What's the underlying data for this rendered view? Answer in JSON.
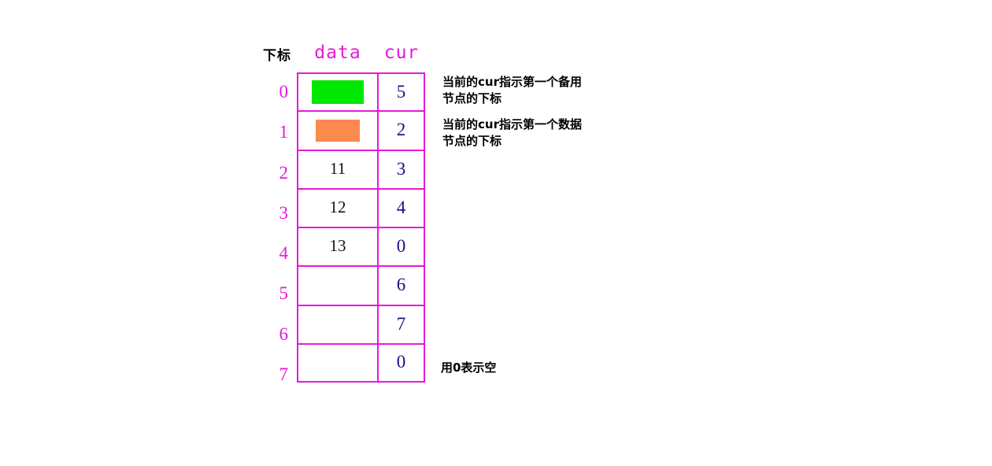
{
  "headers": {
    "index_label": "下标",
    "data_label": "data",
    "cur_label": "cur"
  },
  "colors": {
    "border": "#E818D8",
    "index_text": "#E818D8",
    "header_text": "#E818D8",
    "cur_text": "#131382",
    "data_text": "#12121E",
    "swatch_green": "#00E800",
    "swatch_orange": "#FB8A4E",
    "annotation_text": "#000000"
  },
  "rows": [
    {
      "index": "0",
      "data": "",
      "swatch": "green",
      "cur": "5"
    },
    {
      "index": "1",
      "data": "",
      "swatch": "orange",
      "cur": "2"
    },
    {
      "index": "2",
      "data": "11",
      "swatch": "none",
      "cur": "3"
    },
    {
      "index": "3",
      "data": "12",
      "swatch": "none",
      "cur": "4"
    },
    {
      "index": "4",
      "data": "13",
      "swatch": "none",
      "cur": "0"
    },
    {
      "index": "5",
      "data": "",
      "swatch": "none",
      "cur": "6"
    },
    {
      "index": "6",
      "data": "",
      "swatch": "none",
      "cur": "7"
    },
    {
      "index": "7",
      "data": "",
      "swatch": "none",
      "cur": "0"
    }
  ],
  "annotations": {
    "reserve_node": "当前的cur指示第一个备用\n节点的下标",
    "data_node": "当前的cur指示第一个数据\n节点的下标",
    "zero_means_empty": "用0表示空"
  }
}
